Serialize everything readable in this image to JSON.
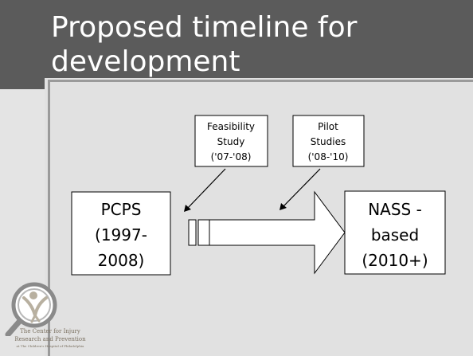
{
  "slide": {
    "title_line1": "Proposed timeline for",
    "title_line2": "development"
  },
  "diagram": {
    "start_box": {
      "lines": [
        "PCPS",
        "(1997-",
        "2008)"
      ]
    },
    "end_box": {
      "lines": [
        "NASS -",
        "based",
        "(2010+)"
      ]
    },
    "callout_feasibility": {
      "lines": [
        "Feasibility",
        "Study",
        "('07-'08)"
      ]
    },
    "callout_pilot": {
      "lines": [
        "Pilot",
        "Studies",
        "('08-'10)"
      ]
    }
  },
  "logo": {
    "line1": "The Center for Injury",
    "line2": "Research and Prevention",
    "line3": "at The Children's Hospital of Philadelphia"
  },
  "colors": {
    "title_bar": "#5b5b5b",
    "content_background": "#e1e1e1",
    "box_fill": "#ffffff",
    "line": "#000000"
  }
}
